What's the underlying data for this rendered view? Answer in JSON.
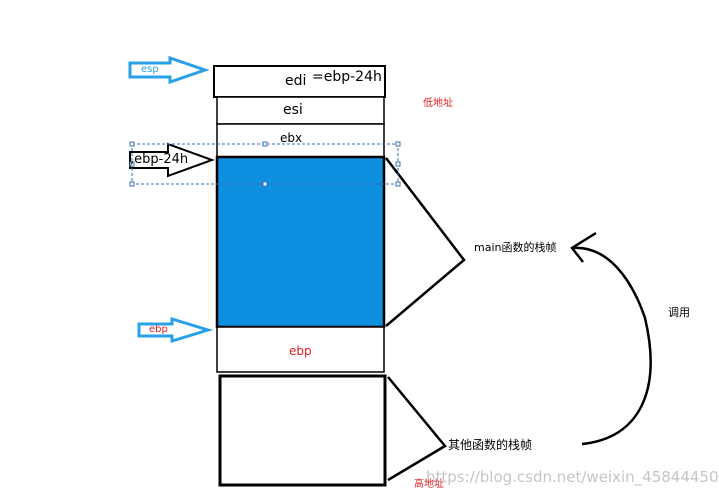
{
  "stack": {
    "edi": "edi",
    "edi_offset": "=ebp-24h",
    "esi": "esi",
    "ebx": "ebx",
    "ebp_slot": "ebp"
  },
  "arrows": {
    "esp": "esp",
    "ebp_24h": ",ebp-24h",
    "ebp": "ebp"
  },
  "annotations": {
    "low_address": "低地址",
    "high_address": "高地址",
    "main_frame": "main函数的栈帧",
    "other_frame": "其他函数的栈帧",
    "call": "调用"
  },
  "watermark": "https://blog.csdn.net/weixin_45844450",
  "colors": {
    "stack_fill": "#0e8fe0",
    "arrow_blue": "#2aa0e8",
    "label_red": "#e02020",
    "selection": "#3a6fb0"
  }
}
